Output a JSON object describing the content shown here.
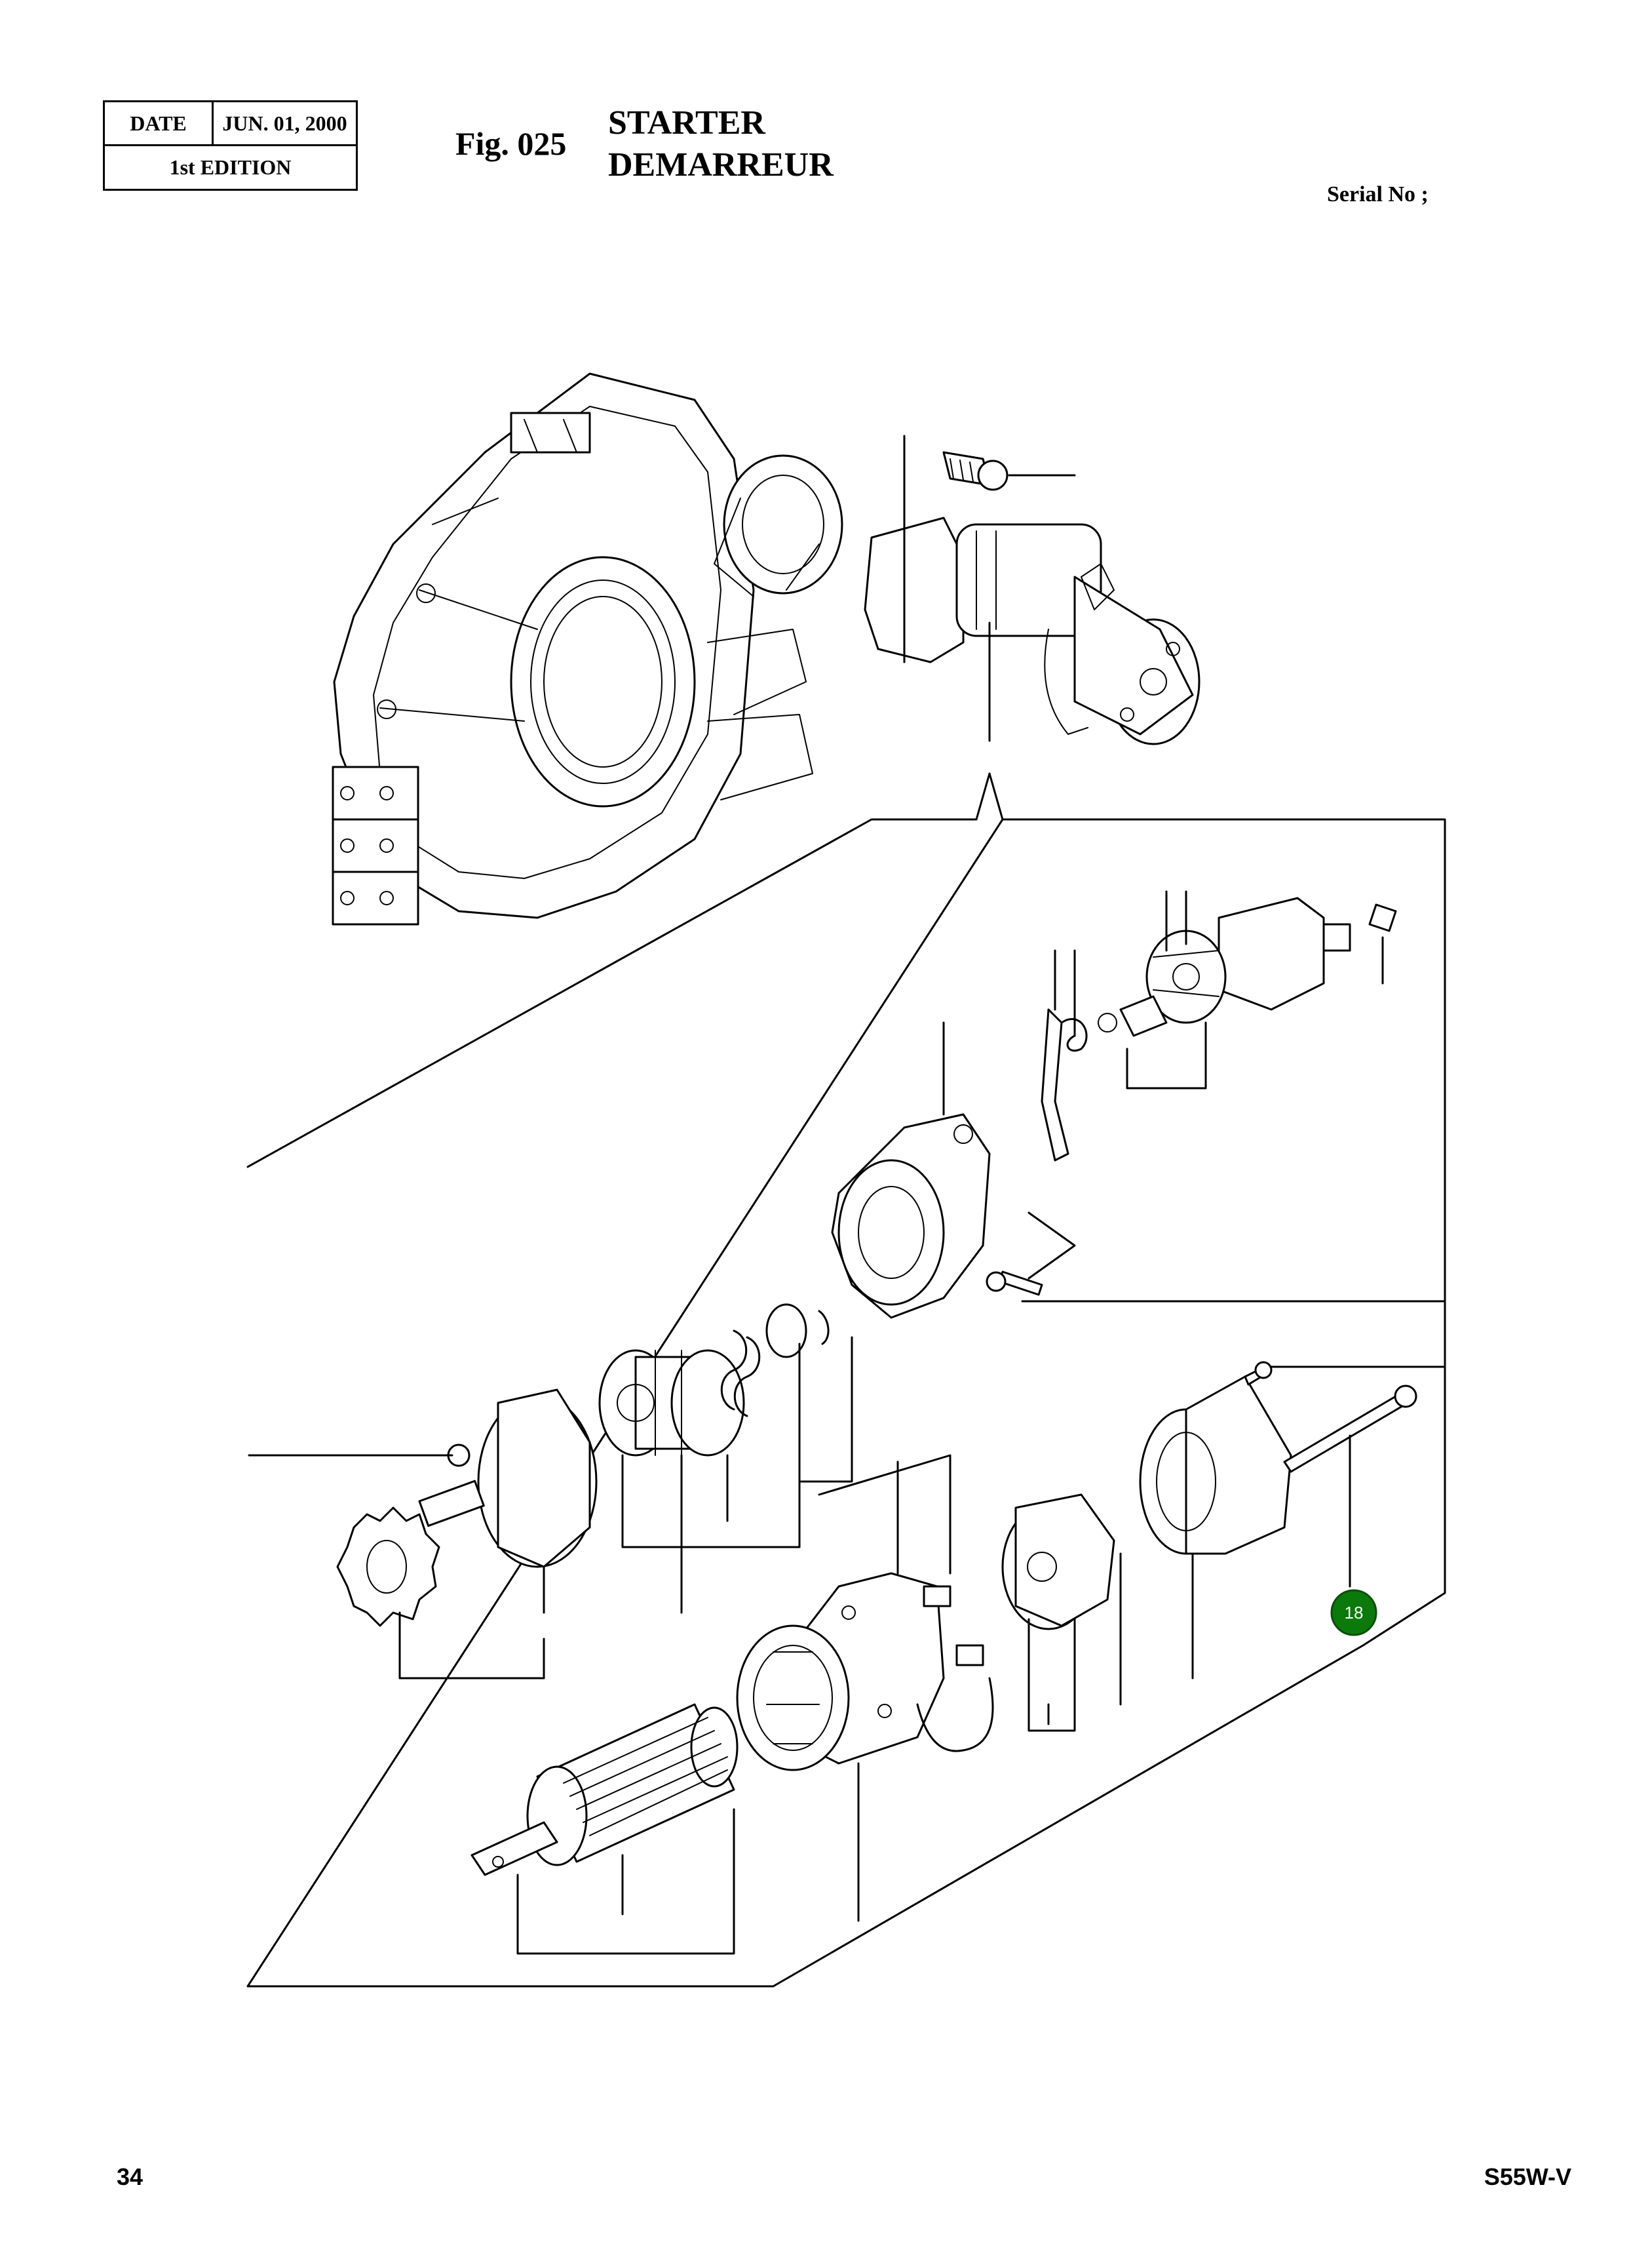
{
  "header": {
    "date_label": "DATE",
    "date_value": "JUN. 01, 2000",
    "edition": "1st EDITION",
    "figure_number": "Fig. 025",
    "title_en": "STARTER",
    "title_fr": "DEMARREUR",
    "serial_label": "Serial No ;"
  },
  "callouts": [
    {
      "label": "18",
      "color": "#0a7a0a"
    }
  ],
  "footer": {
    "page_number": "34",
    "model": "S55W-V"
  }
}
